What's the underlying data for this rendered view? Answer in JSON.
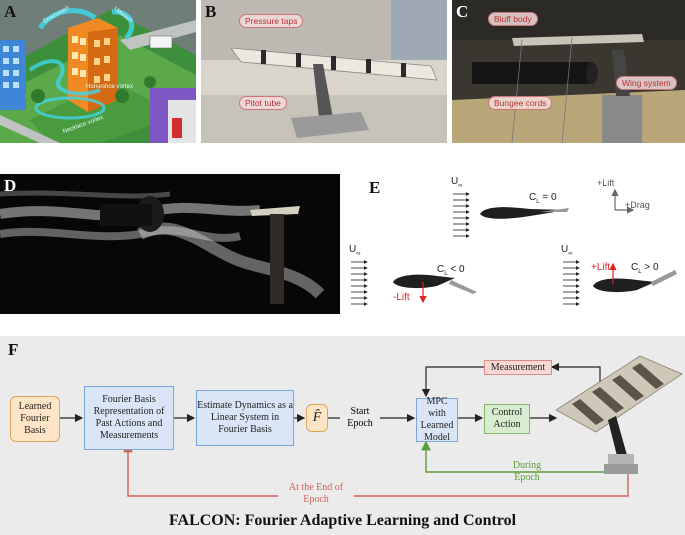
{
  "panels": {
    "A": {
      "label": "A",
      "labels": {
        "downwash": "Downwash",
        "upwash": "Upwash",
        "horseshoe": "Horseshoe vortex",
        "necklace": "Necklace vortex"
      }
    },
    "B": {
      "label": "B",
      "callouts": {
        "pressure_taps": "Pressure taps",
        "pitot_tube": "Pitot tube"
      }
    },
    "C": {
      "label": "C",
      "callouts": {
        "bluff_body": "Bluff body",
        "bungee_cords": "Bungee cords",
        "wing_system": "Wing system"
      }
    },
    "D": {
      "label": "D"
    },
    "E": {
      "label": "E",
      "u_inf": "U",
      "u_sub": "∞",
      "axes": {
        "lift": "+Lift",
        "drag": "+Drag"
      },
      "cases": [
        {
          "cl_text": "C",
          "cl_sub": "L",
          "cl_rel": " = 0"
        },
        {
          "cl_text": "C",
          "cl_sub": "L",
          "cl_rel": " < 0",
          "lift_label": "-Lift"
        },
        {
          "cl_text": "C",
          "cl_sub": "L",
          "cl_rel": " > 0",
          "lift_label": "+Lift"
        }
      ]
    },
    "F": {
      "label": "F",
      "title": "FALCON: Fourier Adaptive Learning and Control",
      "boxes": {
        "learned_fourier": "Learned Fourier Basis",
        "fourier_rep": "Fourier Basis Representation of Past Actions and Measurements",
        "estimate": "Estimate Dynamics as a Linear System in Fourier Basis",
        "f_hat": "F̂",
        "mpc": "MPC with Learned Model",
        "control": "Control Action",
        "measurement": "Measurement"
      },
      "labels": {
        "start_epoch": "Start Epoch",
        "during_epoch": "During Epoch",
        "end_epoch": "At the End of Epoch"
      },
      "colors": {
        "blue": "#dae6f8",
        "orange": "#fde5c6",
        "green": "#5a9e3a",
        "red": "#d0625a",
        "gray": "#ebebeb"
      }
    }
  }
}
